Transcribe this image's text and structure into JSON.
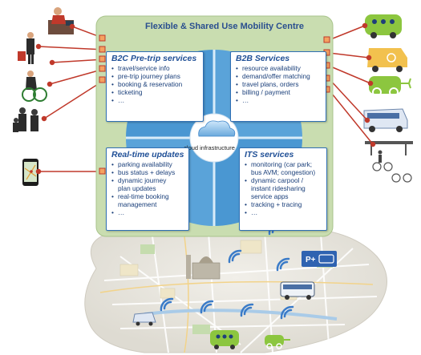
{
  "title": "Flexible & Shared Use Mobility Centre",
  "cloud_label": "cloud infrastructure",
  "boxes": {
    "b2c": {
      "title": "B2C Pre-trip services",
      "items": [
        "travel/service info",
        "pre-trip journey plans",
        "booking & reservation",
        "ticketing",
        "…"
      ]
    },
    "b2b": {
      "title": "B2B Services",
      "items": [
        "resource availability",
        "demand/offer matching",
        "travel plans, orders",
        "billing / payment",
        "…"
      ]
    },
    "realtime": {
      "title": "Real-time updates",
      "items": [
        "parking availability",
        "bus status + delays",
        "dynamic journey",
        "plan updates",
        "real-time booking",
        "management",
        "…"
      ]
    },
    "its": {
      "title": "ITS services",
      "items": [
        "monitoring (car park;",
        "bus AVM; congestion)",
        "dynamic  carpool /",
        "instant ridesharing",
        "service apps",
        "tracking + tracing",
        "…"
      ]
    }
  },
  "parking_sign": "P+",
  "colors": {
    "panel": "#c9ddb0",
    "panel_border": "#a9c48c",
    "wedge": "#4a97d2",
    "box_border": "#2f6fb4",
    "title_text": "#2a4f8f",
    "connector": "#c0392b",
    "vehicle_green": "#8cc63f",
    "vehicle_yellow": "#f2c14e"
  }
}
